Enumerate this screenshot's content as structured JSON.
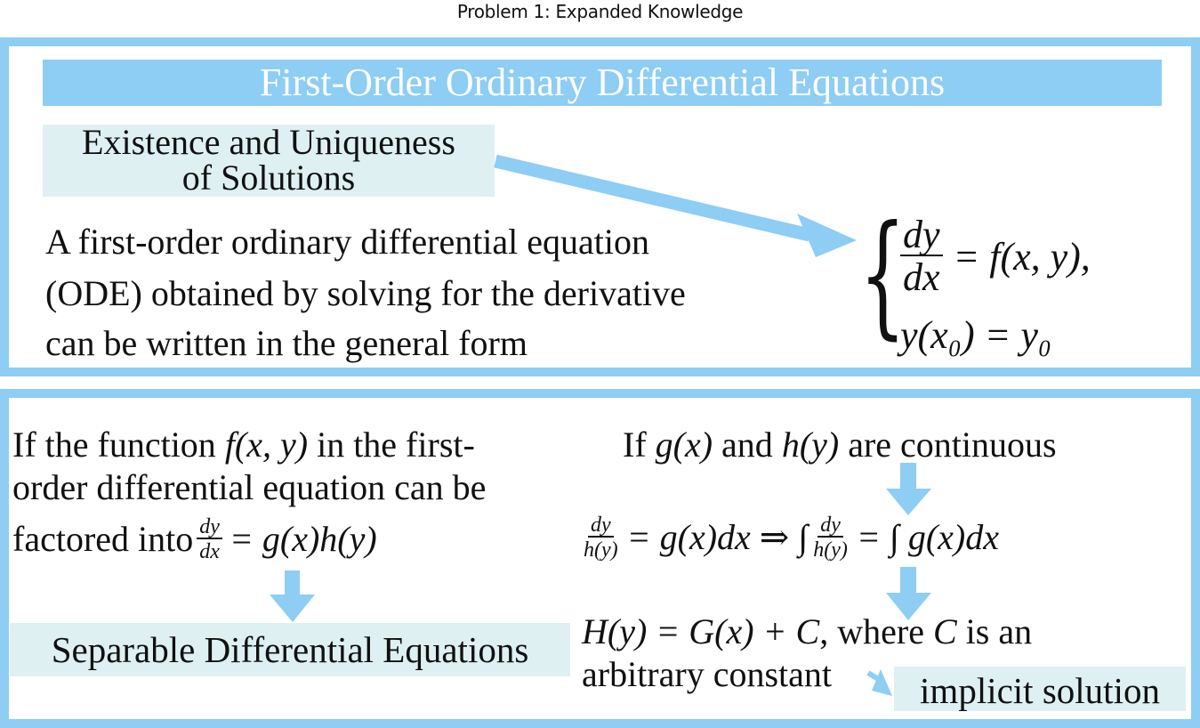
{
  "page_title": "Problem 1: Expanded Knowledge",
  "colors": {
    "accent": "#8ecdf4",
    "highlight": "#dff0f3",
    "text": "#111111"
  },
  "top_panel": {
    "heading": "First-Order Ordinary Differential Equations",
    "topic_label_line1": "Existence and Uniqueness",
    "topic_label_line2": "of Solutions",
    "description_lines": [
      "A first-order ordinary differential equation",
      "(ODE) obtained by solving for the derivative",
      "can be written in the general form"
    ],
    "ivp": {
      "eq1_num": "dy",
      "eq1_den": "dx",
      "eq1_rhs": "= f(x, y),",
      "eq2": "y(x₀) = y₀"
    }
  },
  "bottom_panel": {
    "condition_lines": [
      "If the function f(x, y) in the first-",
      "order differential equation can be",
      "factored into"
    ],
    "condition_parts": {
      "l1_pre": "If the function ",
      "l1_math": "f(x, y)",
      "l1_post": " in the first-",
      "l2": "order differential equation can be",
      "l3_pre": "factored into ",
      "l3_frac_num": "dy",
      "l3_frac_den": "dx",
      "l3_rhs": "= g(x)h(y)"
    },
    "separable_label": "Separable Differential Equations",
    "continuity": {
      "pre": "If ",
      "g": "g(x)",
      "mid": " and ",
      "h": "h(y)",
      "post": " are continuous"
    },
    "integration": {
      "frac1_num": "dy",
      "frac1_den": "h(y)",
      "mid": "= g(x)dx ⇒ ∫",
      "frac2_num": "dy",
      "frac2_den": "h(y)",
      "rhs": "= ∫ g(x)dx"
    },
    "solution": {
      "eq": "H(y) = G(x) + C",
      "post": ", where ",
      "c": "C",
      "tail": " is an",
      "line2": "arbitrary constant"
    },
    "implicit_label": "implicit solution"
  }
}
